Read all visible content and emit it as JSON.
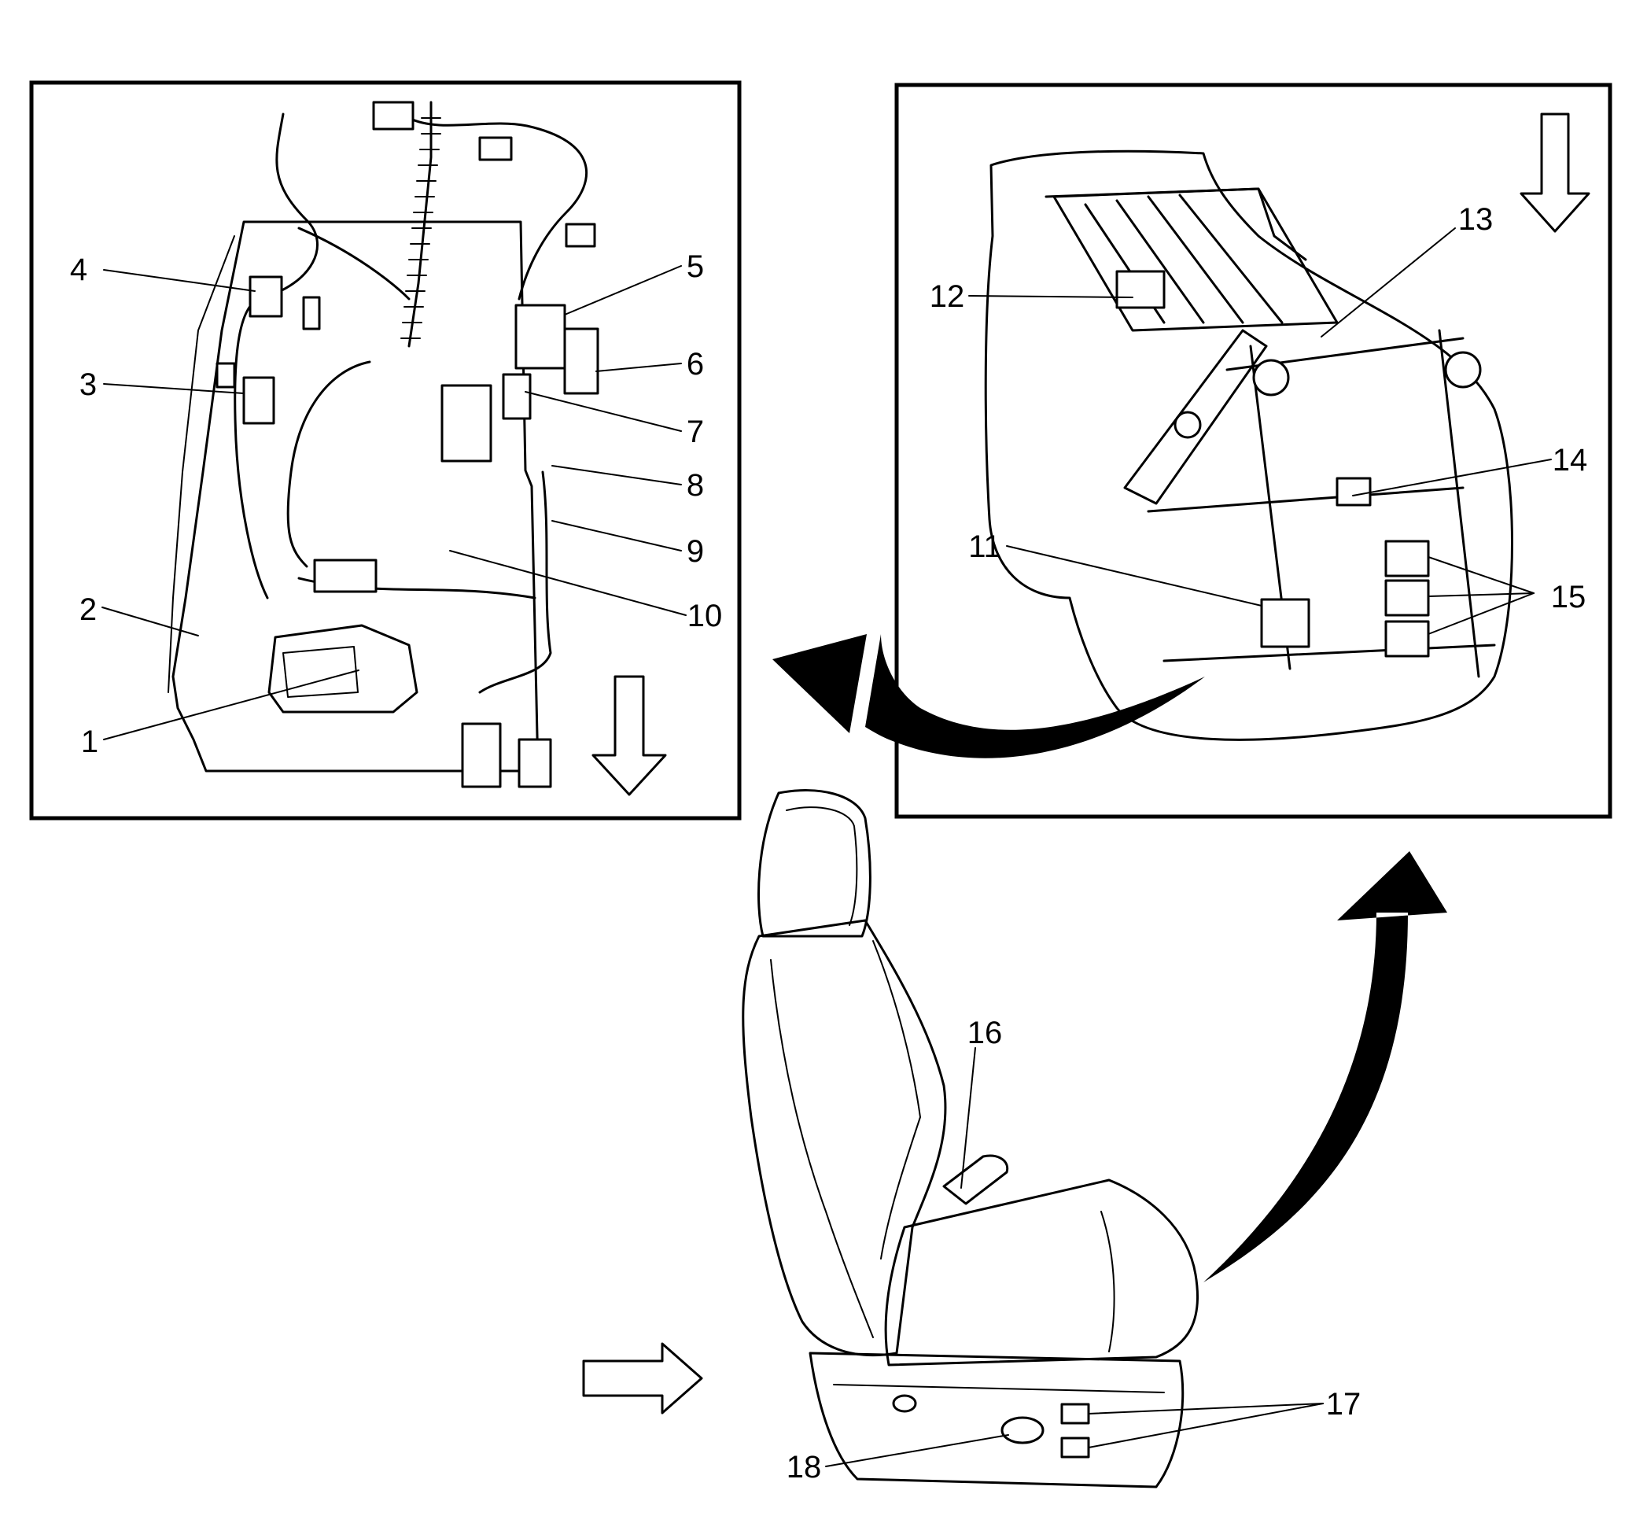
{
  "callouts": [
    {
      "id": "1",
      "text": "1"
    },
    {
      "id": "2",
      "text": "2"
    },
    {
      "id": "3",
      "text": "3"
    },
    {
      "id": "4",
      "text": "4"
    },
    {
      "id": "5",
      "text": "5"
    },
    {
      "id": "6",
      "text": "6"
    },
    {
      "id": "7",
      "text": "7"
    },
    {
      "id": "8",
      "text": "8"
    },
    {
      "id": "9",
      "text": "9"
    },
    {
      "id": "10",
      "text": "10"
    },
    {
      "id": "11",
      "text": "11"
    },
    {
      "id": "12",
      "text": "12"
    },
    {
      "id": "13",
      "text": "13"
    },
    {
      "id": "14",
      "text": "14"
    },
    {
      "id": "15",
      "text": "15"
    },
    {
      "id": "16",
      "text": "16"
    },
    {
      "id": "17",
      "text": "17"
    },
    {
      "id": "18",
      "text": "18"
    }
  ],
  "views": [
    {
      "name": "seatback-rear-panel-detail"
    },
    {
      "name": "seat-frame-underside-detail"
    },
    {
      "name": "power-seat-overview"
    }
  ],
  "icons": [
    "view-direction-arrow-icon",
    "curved-transition-arrow-icon"
  ],
  "colors": {
    "ink": "#000000",
    "paper": "#ffffff"
  }
}
